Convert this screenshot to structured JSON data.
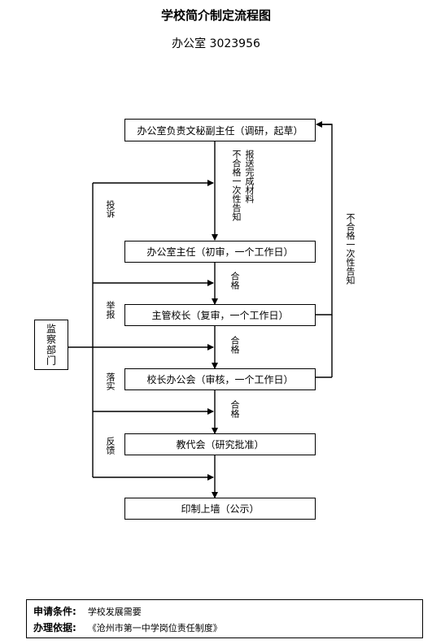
{
  "title": "学校简介制定流程图",
  "subtitle": "办公室  3023956",
  "boxes": {
    "draft": "办公室负责文秘副主任（调研，起草）",
    "initial_review": "办公室主任（初审，一个工作日）",
    "second_review": "主管校长（复审，一个工作日）",
    "office_meeting": "校长办公会（审核，一个工作日）",
    "congress": "教代会（研究批准）",
    "publish": "印制上墙（公示）",
    "supervision": "监察部门"
  },
  "labels": {
    "submit": "报送完成材料",
    "reject_once_left": "不合格一次性告知",
    "reject_once_right": "不合格一次性告知",
    "pass1": "合格",
    "pass2": "合格",
    "pass3": "合格",
    "complaint": "投诉",
    "report": "举报",
    "verify": "落实",
    "feedback": "反馈"
  },
  "footer": {
    "condition_label": "申请条件:",
    "condition_value": "学校发展需要",
    "basis_label": "办理依据:",
    "basis_value": "《沧州市第一中学岗位责任制度》"
  }
}
